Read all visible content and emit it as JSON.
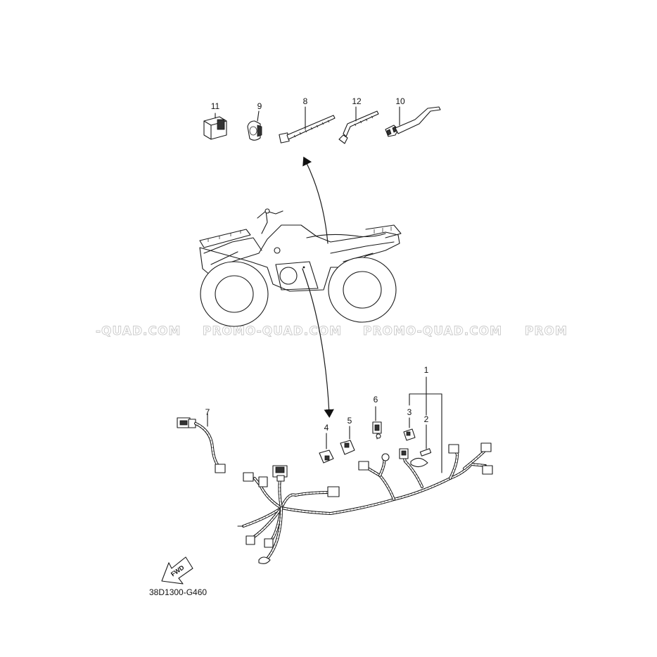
{
  "callouts": [
    "1",
    "2",
    "3",
    "4",
    "5",
    "6",
    "7",
    "8",
    "9",
    "10",
    "11",
    "12"
  ],
  "diagram_code": "38D1300-G460",
  "forward_label": "FWD",
  "watermark": {
    "frag_left": "-QUAD.COM",
    "full_1": "PROMO-QUAD.COM",
    "full_2": "PROMO-QUAD.COM",
    "frag_right": "PROM",
    "color": "#c9c9c9"
  },
  "icons": [
    "atv-vehicle-icon",
    "relay-icon",
    "clamp-icon",
    "cable-tie-icon",
    "band-clip-icon",
    "wire-harness-icon",
    "forward-arrow-icon"
  ]
}
